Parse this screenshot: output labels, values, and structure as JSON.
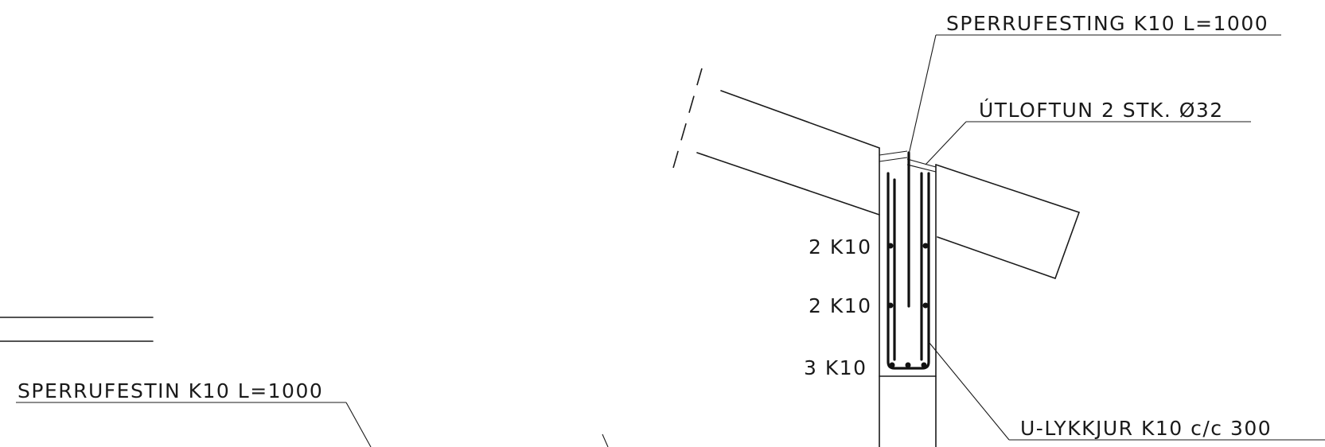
{
  "labels": {
    "sperrufesting_top": "SPERRUFESTING K10 L=1000",
    "utloftun": "ÚTLOFTUN 2 STK. Ø32",
    "rebar_row_1": "2 K10",
    "rebar_row_2": "2 K10",
    "rebar_row_3": "3 K10",
    "stirrups": "U-LYKKJUR K10 c/c 300",
    "sperrufestin_left": "SPERRUFESTIN K10 L=1000"
  }
}
